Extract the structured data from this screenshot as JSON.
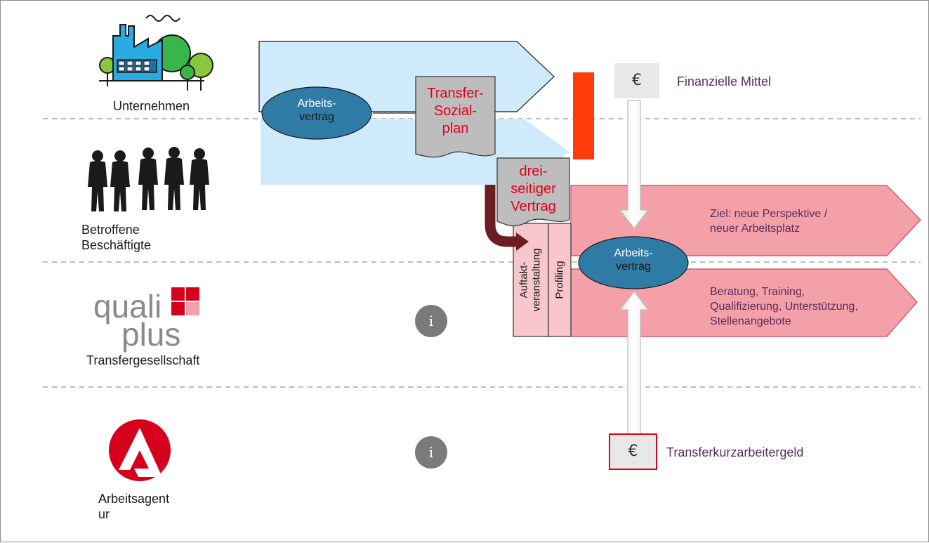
{
  "lanes": {
    "unternehmen": "Unternehmen",
    "beschaeftigte_1": "Betroffene",
    "beschaeftigte_2": "Beschäftigte",
    "transfergesellschaft": "Transfergesellschaft",
    "arbeitsagentur_1": "Arbeitsagent",
    "arbeitsagentur_2": "ur"
  },
  "logo_text": {
    "line1": "quali",
    "line2": "plus"
  },
  "docs": {
    "transfer_sozialplan": [
      "Transfer-",
      "Sozial-",
      "plan"
    ],
    "dreiseitiger_vertrag": [
      "drei-",
      "seitiger",
      "Vertrag"
    ]
  },
  "ellipses": {
    "top": [
      "Arbeits-",
      "vertrag"
    ],
    "bottom": [
      "Arbeits-",
      "vertrag"
    ]
  },
  "vertical_boxes": {
    "auftakt": [
      "Auftakt-",
      "veranstaltung"
    ],
    "profiling": "Profiling"
  },
  "arrows": {
    "ziel": [
      "Ziel: neue Perspektive /",
      "neuer Arbeitsplatz"
    ],
    "beratung": [
      "Beratung, Training,",
      "Qualifizierung, Unterstützung,",
      "Stellenangebote"
    ]
  },
  "funding": {
    "top_symbol": "€",
    "top_label": "Finanzielle Mittel",
    "bottom_symbol": "€",
    "bottom_label": "Transferkurzarbeitergeld"
  },
  "info_icons": [
    "i",
    "i"
  ],
  "colors": {
    "light_blue": "#cfeafa",
    "ellipse_blue": "#2e7ba6",
    "doc_gray": "#bdbdbd",
    "pink": "#f4a0a8",
    "light_pink": "#f9c7cb",
    "red_bar": "#ff3b0a",
    "dark_red_arrow": "#6b1e24",
    "logo_red": "#d6001c"
  }
}
